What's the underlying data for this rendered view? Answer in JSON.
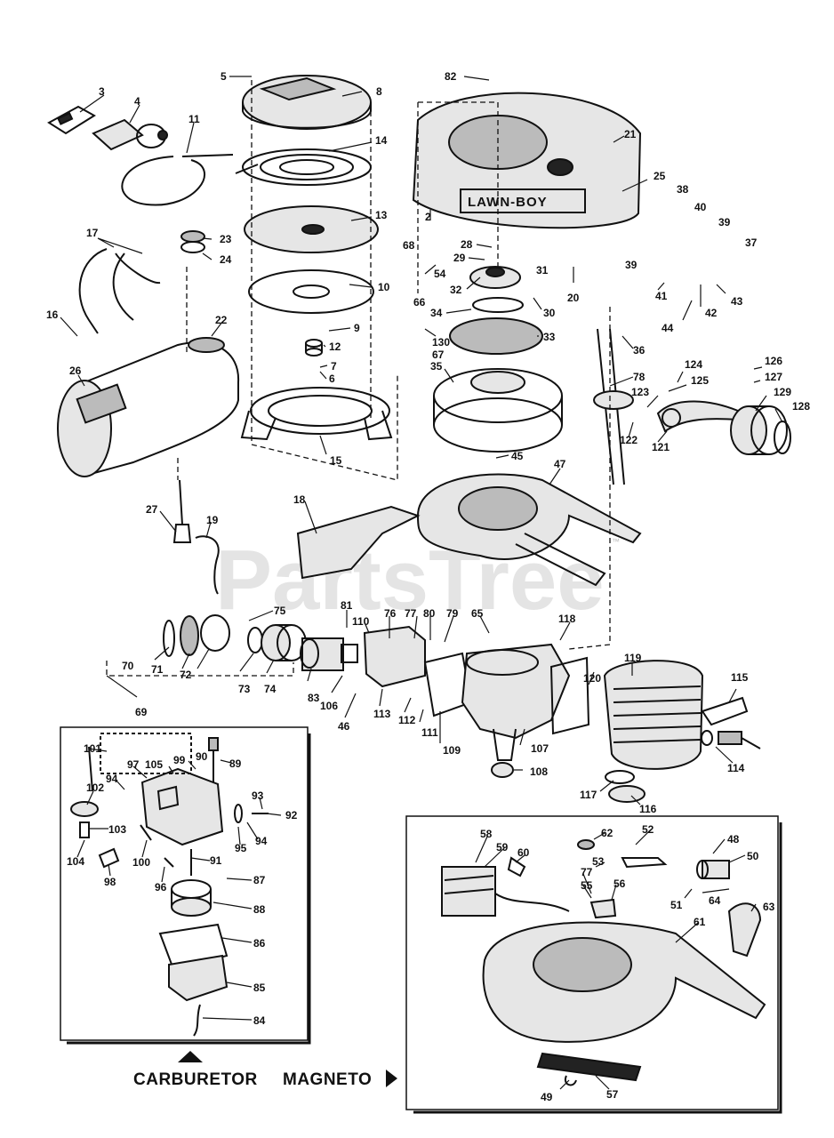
{
  "watermark": {
    "text": "PartsTree",
    "tm": "™"
  },
  "brand": {
    "cover_logo": "LAWN-BOY"
  },
  "captions": {
    "carburetor": "CARBURETOR",
    "magneto": "MAGNETO"
  },
  "labels": {
    "p3": "3",
    "p4": "4",
    "p5": "5",
    "p8": "8",
    "p11": "11",
    "p14": "14",
    "p82": "82",
    "p21": "21",
    "p25": "25",
    "p13": "13",
    "p2": "2",
    "p38": "38",
    "p40": "40",
    "p39a": "39",
    "p39b": "39",
    "p37": "37",
    "p17": "17",
    "p23": "23",
    "p24": "24",
    "p28": "28",
    "p29": "29",
    "p68": "68",
    "p54": "54",
    "p31": "31",
    "p20": "20",
    "p10": "10",
    "p32": "32",
    "p30": "30",
    "p41": "41",
    "p42": "42",
    "p43": "43",
    "p16": "16",
    "p22": "22",
    "p66": "66",
    "p34": "34",
    "p9": "9",
    "p44": "44",
    "p12": "12",
    "p130": "130",
    "p33": "33",
    "p36": "36",
    "p7": "7",
    "p67": "67",
    "p6": "6",
    "p26": "26",
    "p35": "35",
    "p78": "78",
    "p124": "124",
    "p126": "126",
    "p125": "125",
    "p127": "127",
    "p123": "123",
    "p129": "129",
    "p128": "128",
    "p122": "122",
    "p121": "121",
    "p15": "15",
    "p45": "45",
    "p47": "47",
    "p18": "18",
    "p27": "27",
    "p19": "19",
    "p75": "75",
    "p81": "81",
    "p110": "110",
    "p76": "76",
    "p77a": "77",
    "p80": "80",
    "p79": "79",
    "p65": "65",
    "p118": "118",
    "p119": "119",
    "p70": "70",
    "p71": "71",
    "p72": "72",
    "p73": "73",
    "p74": "74",
    "p83": "83",
    "p106": "106",
    "p46": "46",
    "p113": "113",
    "p112": "112",
    "p111": "111",
    "p109": "109",
    "p107": "107",
    "p120": "120",
    "p115": "115",
    "p114": "114",
    "p69": "69",
    "p108": "108",
    "p117": "117",
    "p116": "116",
    "p101": "101",
    "p97": "97",
    "p105": "105",
    "p99": "99",
    "p90": "90",
    "p89": "89",
    "p94a": "94",
    "p102": "102",
    "p93": "93",
    "p92": "92",
    "p103": "103",
    "p94b": "94",
    "p95": "95",
    "p104": "104",
    "p100": "100",
    "p91": "91",
    "p98": "98",
    "p96": "96",
    "p87": "87",
    "p88": "88",
    "p86": "86",
    "p85": "85",
    "p84": "84",
    "p58": "58",
    "p62": "62",
    "p52": "52",
    "p59": "59",
    "p60": "60",
    "p53": "53",
    "p48": "48",
    "p50": "50",
    "p77b": "77",
    "p55": "55",
    "p56": "56",
    "p51": "51",
    "p64": "64",
    "p63": "63",
    "p61": "61",
    "p49": "49",
    "p57": "57"
  }
}
